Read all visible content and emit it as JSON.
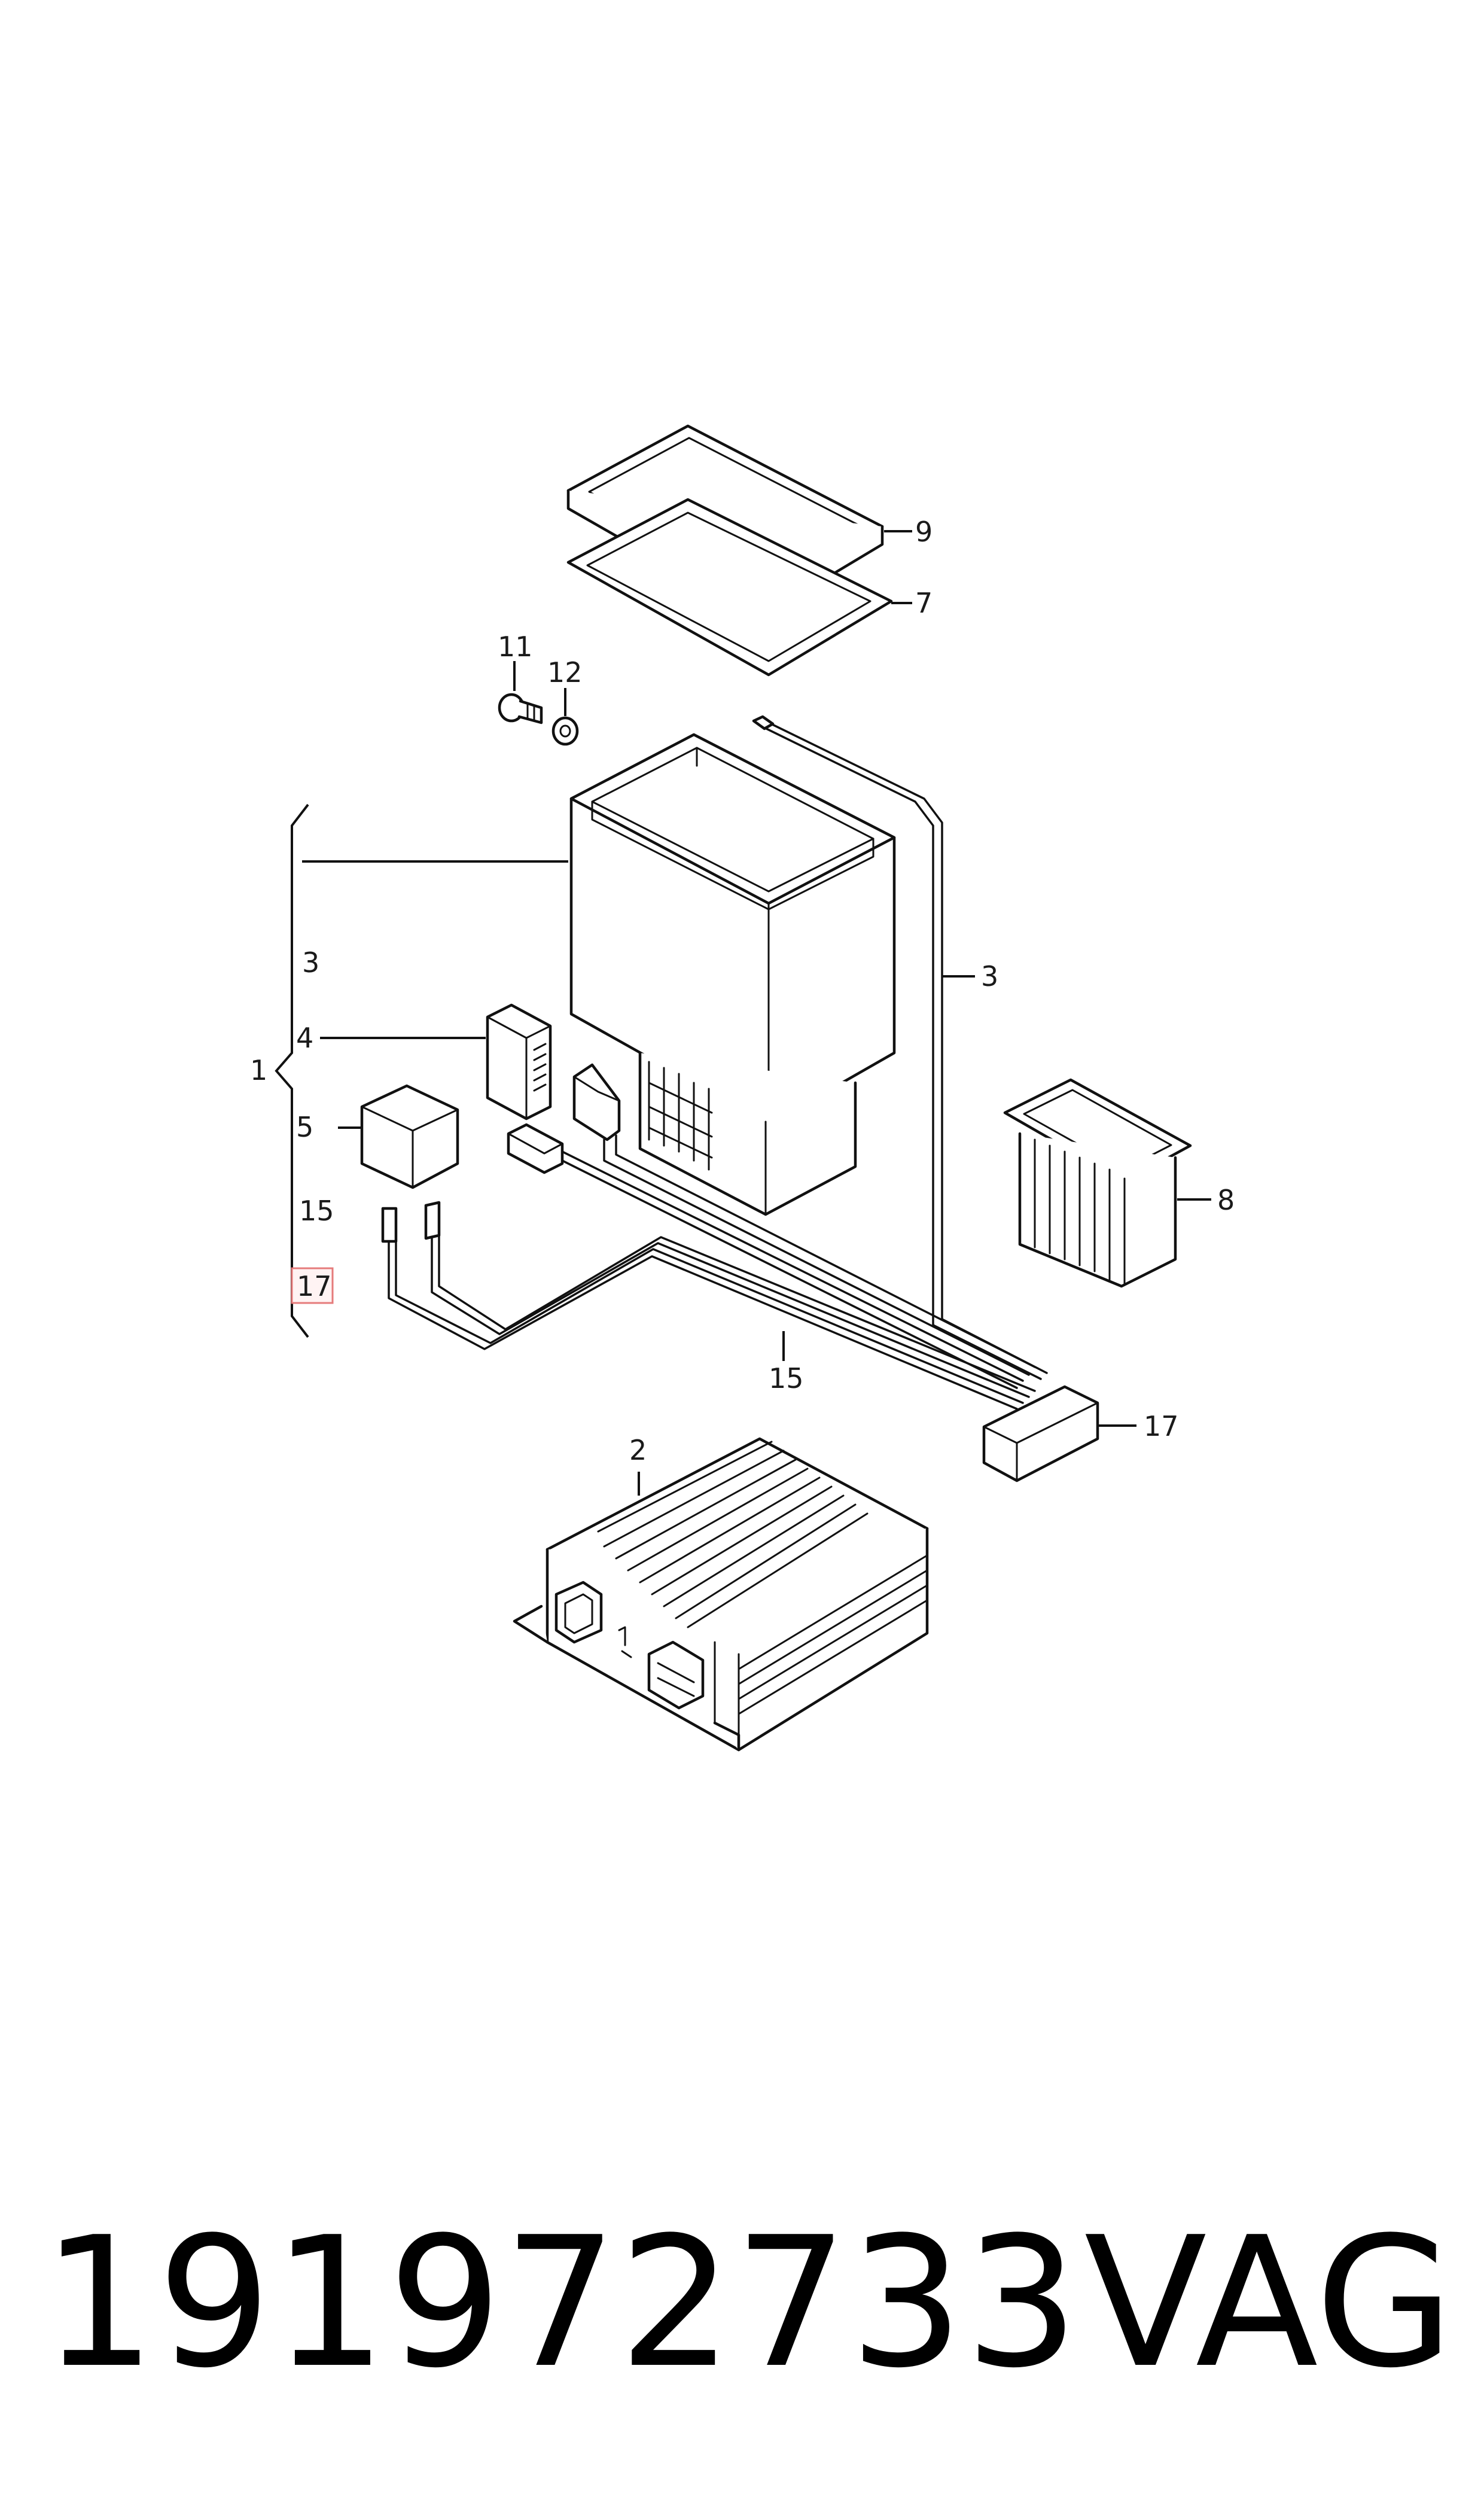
{
  "callouts": {
    "c9": "9",
    "c7": "7",
    "c11": "11",
    "c12": "12",
    "c3_right": "3",
    "c3_left": "3",
    "c4": "4",
    "c1": "1",
    "c5": "5",
    "c15_left": "15",
    "c17_left_highlighted": "17",
    "c15_bottom": "15",
    "c8": "8",
    "c17_right": "17",
    "c2": "2"
  },
  "footer": {
    "part_number": "191972733",
    "brand": "VAG"
  },
  "colors": {
    "line": "#111111",
    "highlight_fill": "#fff3f3",
    "highlight_border": "#e57b7b"
  }
}
